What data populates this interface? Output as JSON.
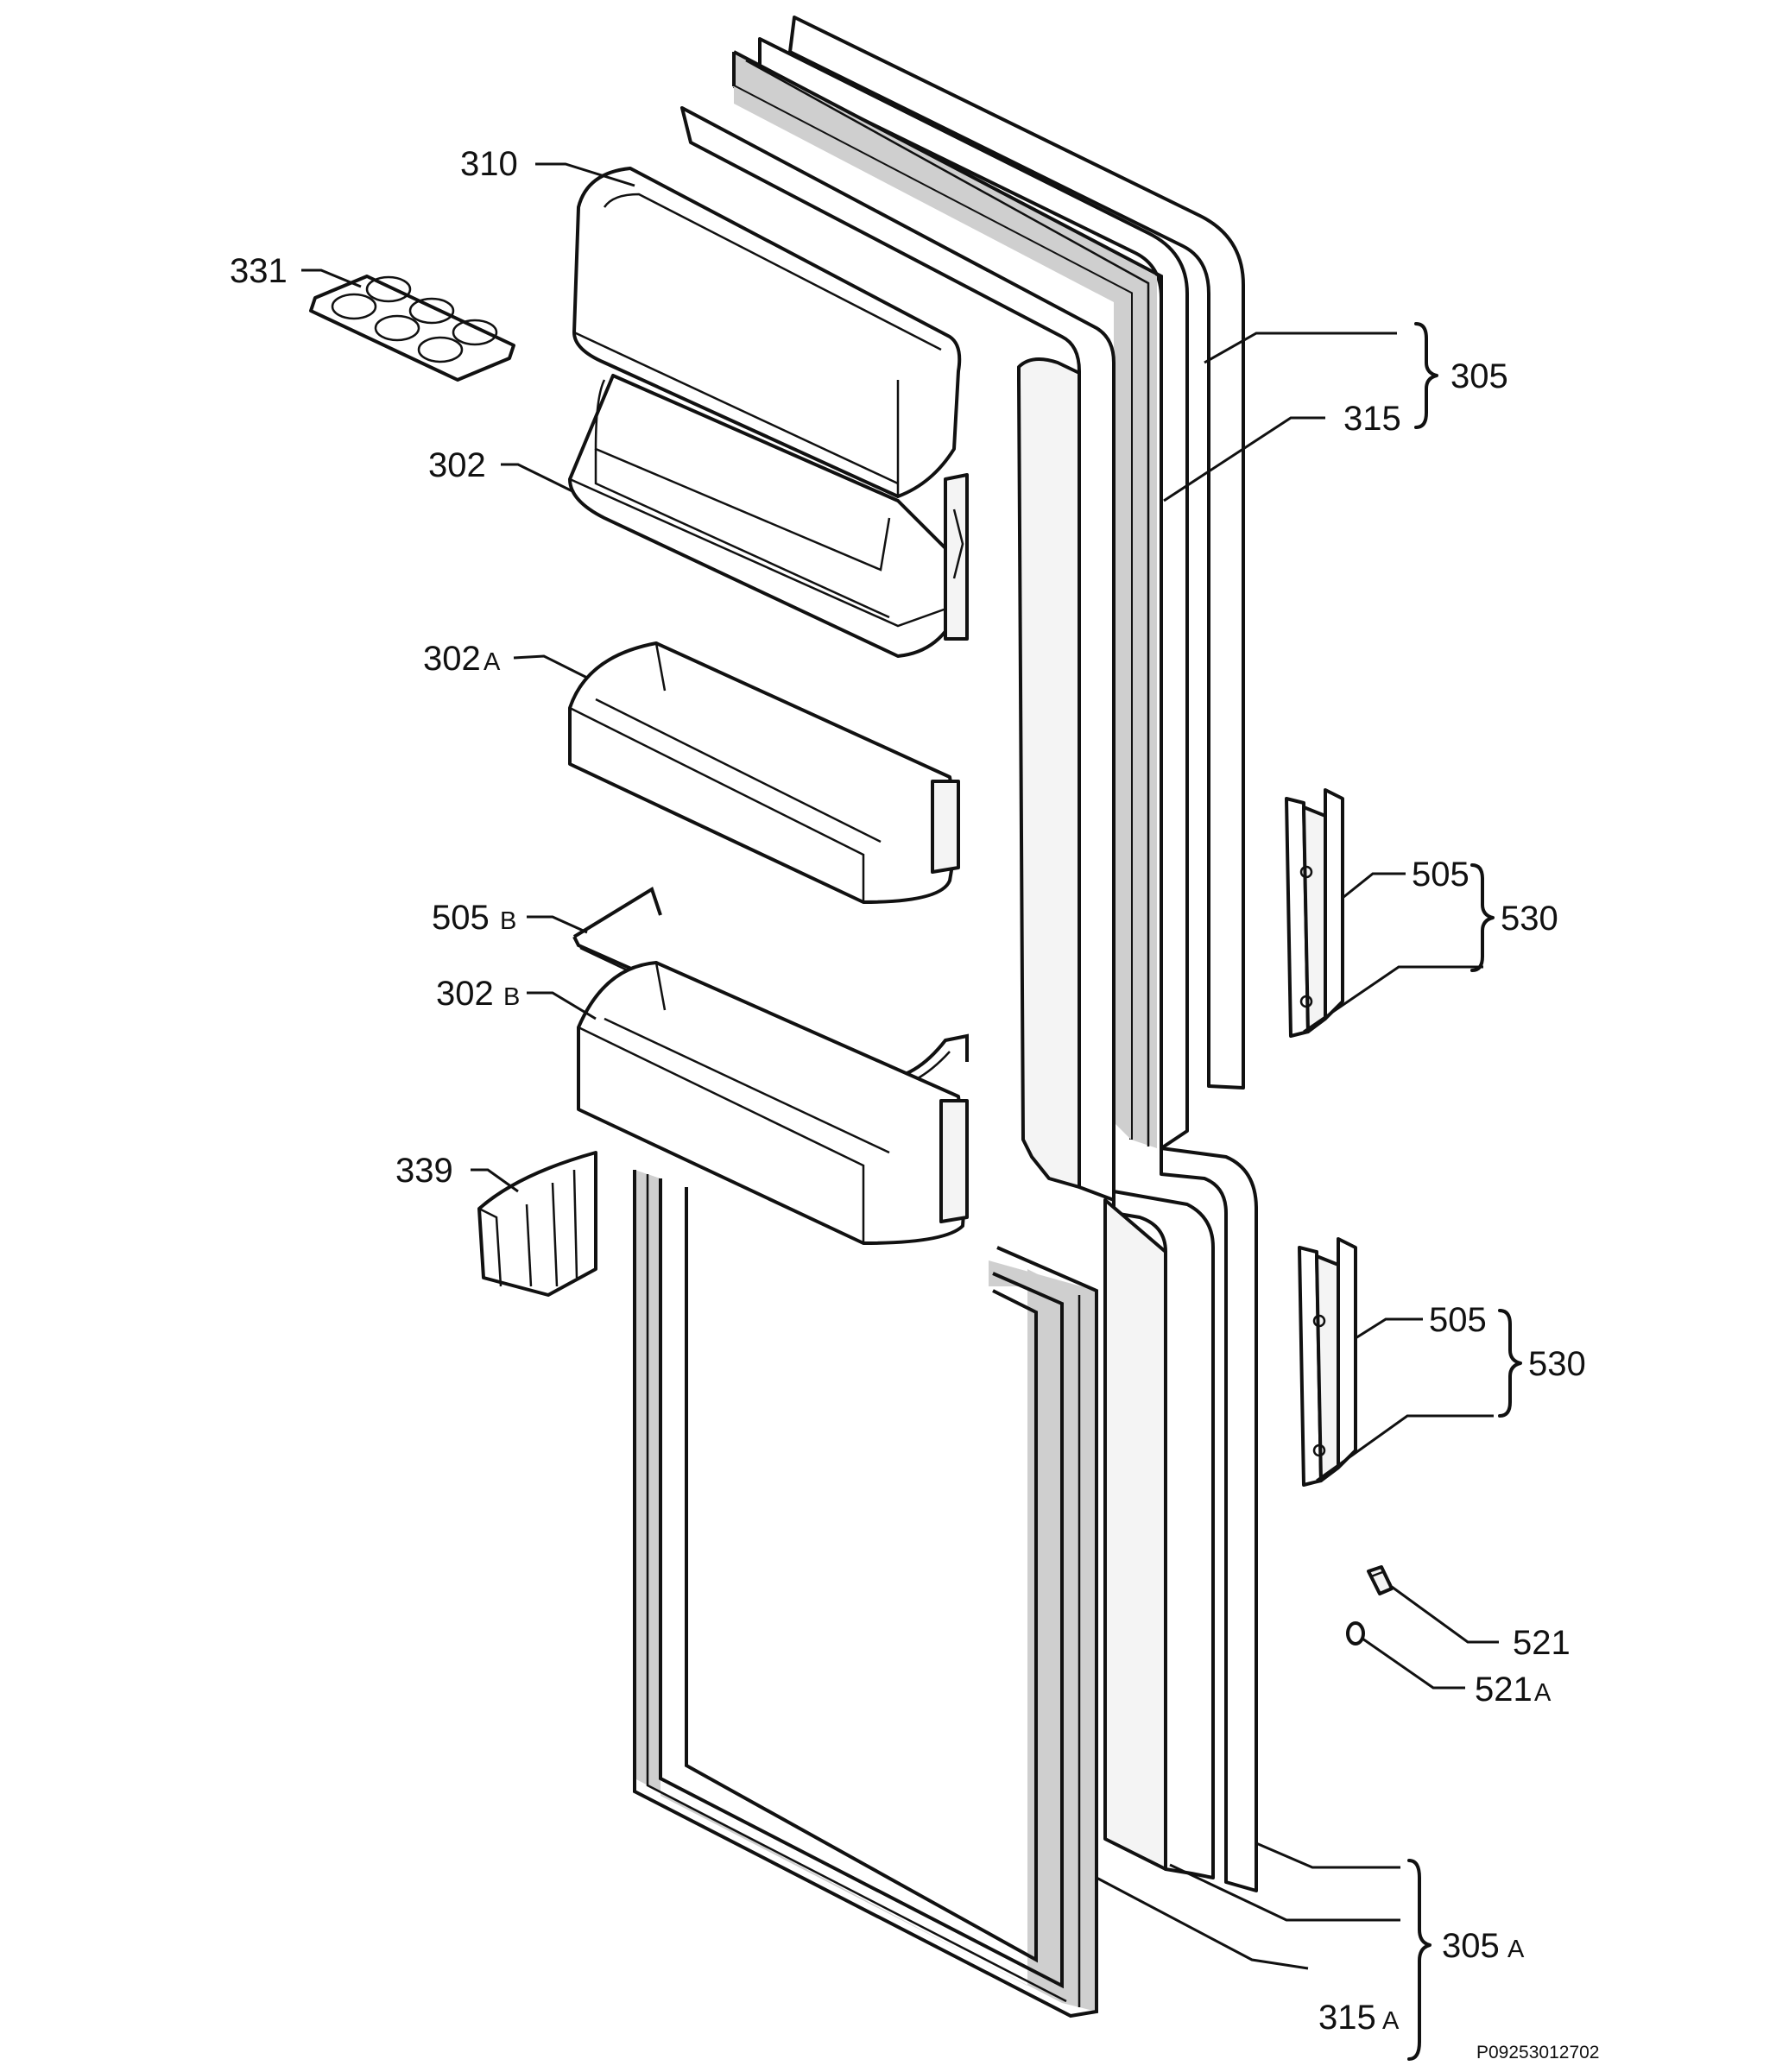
{
  "labels": {
    "l310": "310",
    "l331": "331",
    "l302": "302",
    "l302a_num": "302",
    "l302a_suf": "A",
    "l505b_num": "505",
    "l505b_suf": "B",
    "l302b_num": "302",
    "l302b_suf": "B",
    "l339": "339",
    "l305": "305",
    "l315": "315",
    "l505_upper": "505",
    "l530_upper": "530",
    "l505_lower": "505",
    "l530_lower": "530",
    "l521": "521",
    "l521a_num": "521",
    "l521a_suf": "A",
    "l305a_num": "305",
    "l305a_suf": "A",
    "l315a_num": "315",
    "l315a_suf": "A"
  },
  "drawing_code": "P09253012702"
}
